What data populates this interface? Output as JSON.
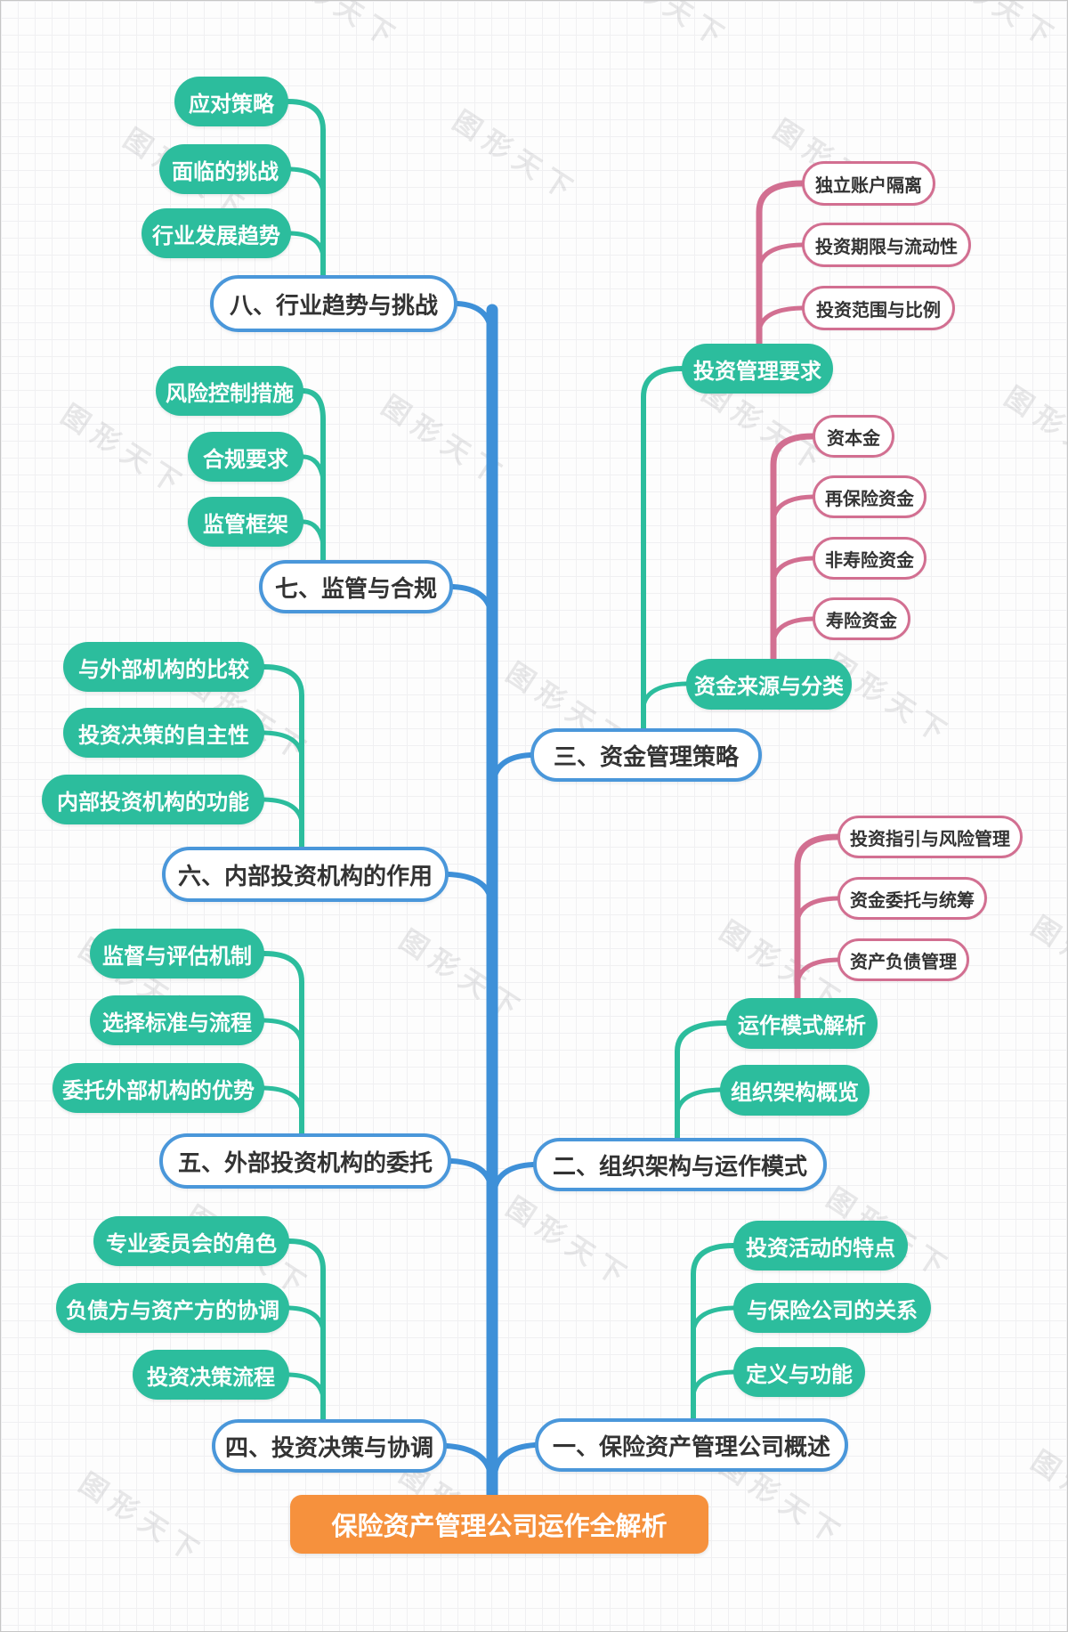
{
  "title": "保险资产管理公司运作全解析",
  "root": {
    "label": "保险资产管理公司运作全解析"
  },
  "branches": [
    {
      "label": "一、保险资产管理公司概述",
      "children": [
        {
          "label": "投资活动的特点"
        },
        {
          "label": "与保险公司的关系"
        },
        {
          "label": "定义与功能"
        }
      ]
    },
    {
      "label": "二、组织架构与运作模式",
      "children": [
        {
          "label": "运作模式解析",
          "children": [
            {
              "label": "投资指引与风险管理"
            },
            {
              "label": "资金委托与统筹"
            },
            {
              "label": "资产负债管理"
            }
          ]
        },
        {
          "label": "组织架构概览"
        }
      ]
    },
    {
      "label": "三、资金管理策略",
      "children": [
        {
          "label": "投资管理要求",
          "children": [
            {
              "label": "独立账户隔离"
            },
            {
              "label": "投资期限与流动性"
            },
            {
              "label": "投资范围与比例"
            }
          ]
        },
        {
          "label": "资金来源与分类",
          "children": [
            {
              "label": "资本金"
            },
            {
              "label": "再保险资金"
            },
            {
              "label": "非寿险资金"
            },
            {
              "label": "寿险资金"
            }
          ]
        }
      ]
    },
    {
      "label": "四、投资决策与协调",
      "children": [
        {
          "label": "专业委员会的角色"
        },
        {
          "label": "负债方与资产方的协调"
        },
        {
          "label": "投资决策流程"
        }
      ]
    },
    {
      "label": "五、外部投资机构的委托",
      "children": [
        {
          "label": "监督与评估机制"
        },
        {
          "label": "选择标准与流程"
        },
        {
          "label": "委托外部机构的优势"
        }
      ]
    },
    {
      "label": "六、内部投资机构的作用",
      "children": [
        {
          "label": "与外部机构的比较"
        },
        {
          "label": "投资决策的自主性"
        },
        {
          "label": "内部投资机构的功能"
        }
      ]
    },
    {
      "label": "七、监管与合规",
      "children": [
        {
          "label": "风险控制措施"
        },
        {
          "label": "合规要求"
        },
        {
          "label": "监管框架"
        }
      ]
    },
    {
      "label": "八、行业趋势与挑战",
      "children": [
        {
          "label": "应对策略"
        },
        {
          "label": "面临的挑战"
        },
        {
          "label": "行业发展趋势"
        }
      ]
    }
  ],
  "colors": {
    "trunk_blue": "#3e90d8",
    "branch_border_blue": "#4a97da",
    "topic_green": "#2cbd9d",
    "detail_pink": "#d26f91",
    "root_orange": "#f6913d",
    "text_dark": "#333333"
  },
  "watermark": {
    "text": "图形天下"
  }
}
